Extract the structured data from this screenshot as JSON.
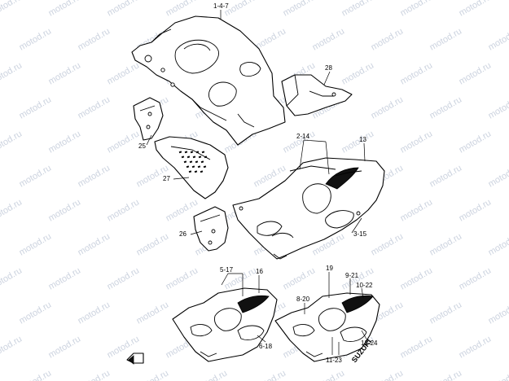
{
  "watermark": "motod.ru",
  "brand_mark": "SUZUKI",
  "callouts": [
    {
      "id": "c1",
      "text": "1-4-7"
    },
    {
      "id": "c28",
      "text": "28"
    },
    {
      "id": "c25",
      "text": "25"
    },
    {
      "id": "c27",
      "text": "27"
    },
    {
      "id": "c2",
      "text": "2-14"
    },
    {
      "id": "c13",
      "text": "13"
    },
    {
      "id": "c26",
      "text": "26"
    },
    {
      "id": "c3",
      "text": "3-15"
    },
    {
      "id": "c5",
      "text": "5-17"
    },
    {
      "id": "c16",
      "text": "16"
    },
    {
      "id": "c19",
      "text": "19"
    },
    {
      "id": "c9",
      "text": "9-21"
    },
    {
      "id": "c10",
      "text": "10-22"
    },
    {
      "id": "c8",
      "text": "8-20"
    },
    {
      "id": "c6",
      "text": "6-18"
    },
    {
      "id": "c12",
      "text": "12-24"
    },
    {
      "id": "c11",
      "text": "11-23"
    }
  ]
}
